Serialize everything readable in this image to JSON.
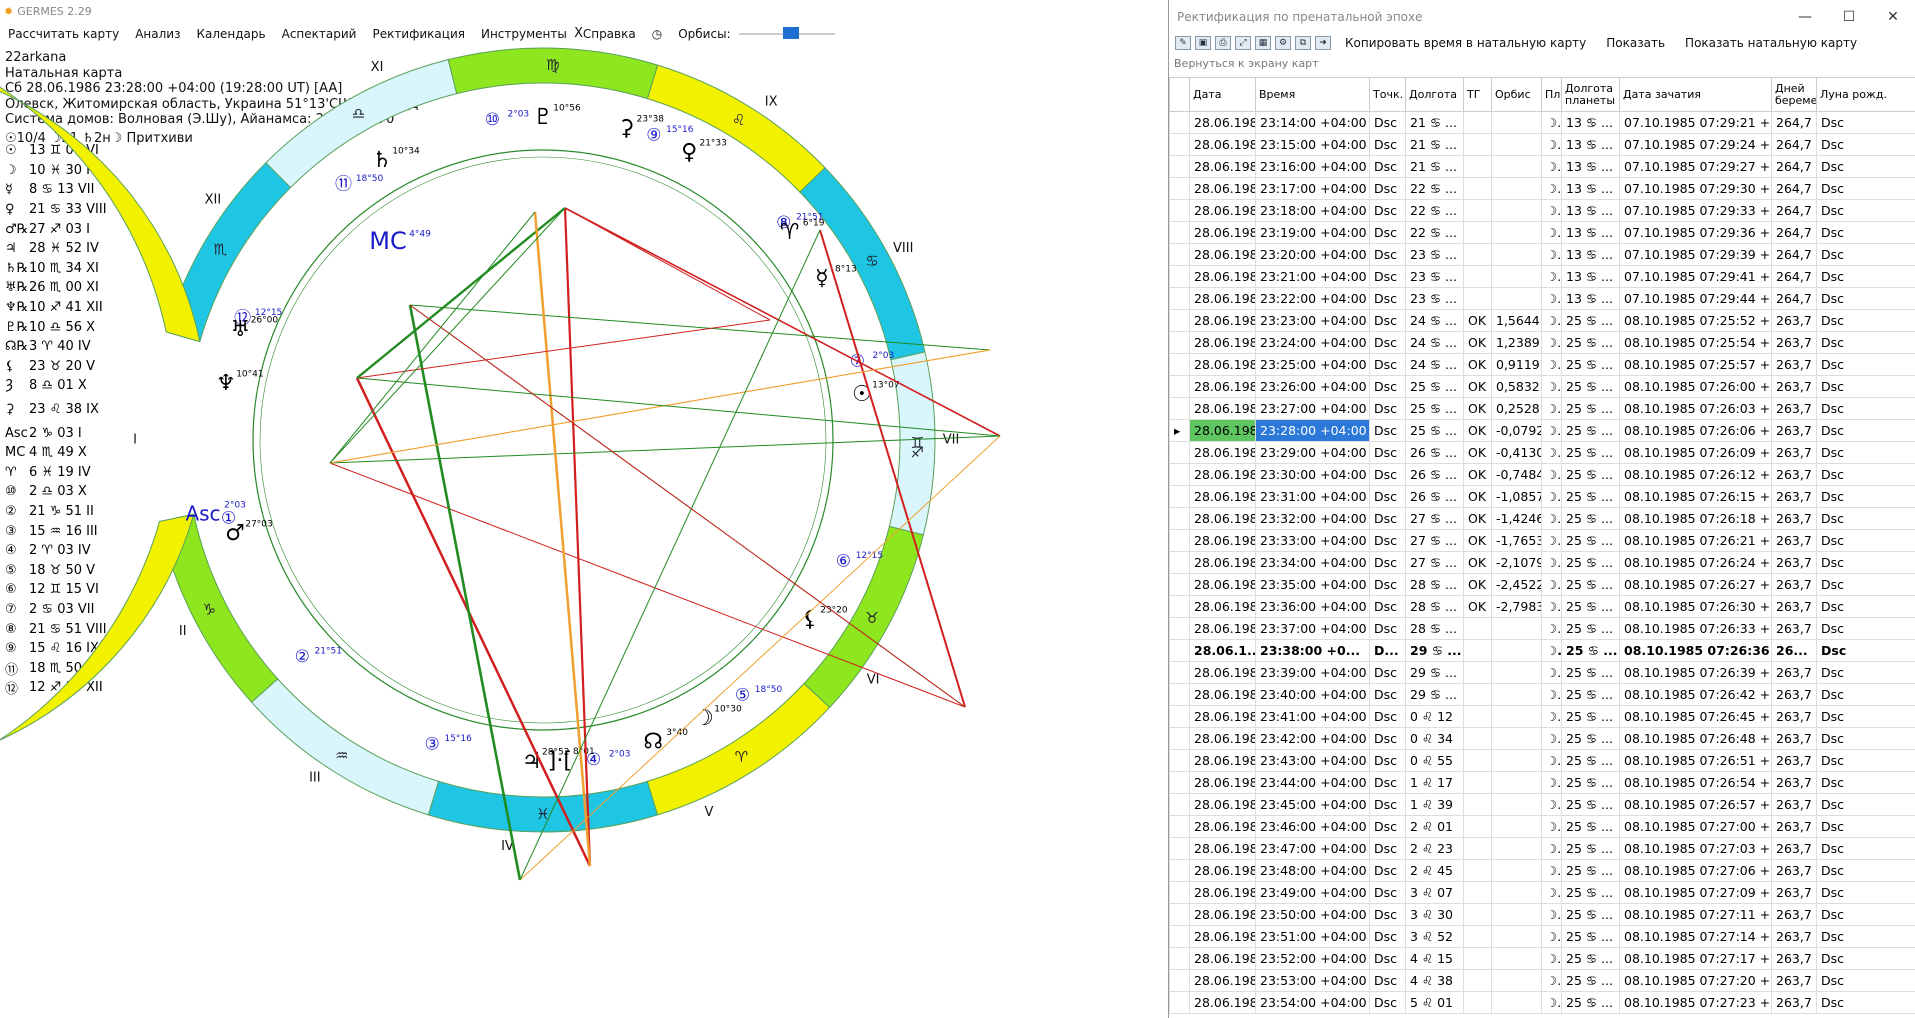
{
  "app": {
    "title": "GERMES 2.29",
    "menu": [
      "Рассчитать карту",
      "Анализ",
      "Календарь",
      "Аспектарий",
      "Ректификация",
      "Инструменты",
      "Справка"
    ],
    "clock_icon": "clock-icon",
    "orbis_label": "Орбисы:"
  },
  "chart_info": {
    "lines": [
      "22arkana",
      "Натальная карта",
      "Сб 28.06.1986 23:28:00 +04:00 (19:28:00 UT) [AA]",
      "Олевск, Житомирская область, Украина 51°13'СШ 27°39'ВД",
      "Система домов: Волновая (Э.Шу), Айанамса: 23,6683370"
    ],
    "lunar_line": "☉10/4 ☽21 ♄2н☽ Притхиви"
  },
  "planets": [
    {
      "g": "☉",
      "t": "13 ♊ 07 VI"
    },
    {
      "g": "☽",
      "t": "10 ♓ 30 IV"
    },
    {
      "g": "☿",
      "t": "8 ♋ 13 VII"
    },
    {
      "g": "♀",
      "t": "21 ♋ 33 VIII"
    },
    {
      "g": "♂℞",
      "t": "27 ♐ 03 I"
    },
    {
      "g": "♃",
      "t": "28 ♓ 52 IV"
    },
    {
      "g": "♄℞",
      "t": "10 ♏ 34 XI"
    },
    {
      "g": "♅℞",
      "t": "26 ♏ 00 XI"
    },
    {
      "g": "♆℞",
      "t": "10 ♐ 41 XII"
    },
    {
      "g": "♇℞",
      "t": "10 ♎ 56 X"
    },
    {
      "g": "☊℞",
      "t": "3 ♈ 40 IV"
    },
    {
      "g": "⚸",
      "t": "23 ♉ 20 V"
    },
    {
      "g": "Ȝ",
      "t": "8 ♎ 01 X"
    },
    {
      "g": "⚳",
      "t": "23 ♌ 38 IX"
    },
    {
      "g": "Asc",
      "t": "2 ♑ 03 I"
    },
    {
      "g": "MC",
      "t": "4 ♏ 49 X"
    },
    {
      "g": "♈",
      "t": "6 ♓ 19 IV"
    },
    {
      "g": "⑩",
      "t": "2 ♎ 03 X"
    },
    {
      "g": "②",
      "t": "21 ♑ 51 II"
    },
    {
      "g": "③",
      "t": "15 ♒ 16 III"
    },
    {
      "g": "④",
      "t": "2 ♈ 03 IV"
    },
    {
      "g": "⑤",
      "t": "18 ♉ 50 V"
    },
    {
      "g": "⑥",
      "t": "12 ♊ 15 VI"
    },
    {
      "g": "⑦",
      "t": "2 ♋ 03 VII"
    },
    {
      "g": "⑧",
      "t": "21 ♋ 51 VIII"
    },
    {
      "g": "⑨",
      "t": "15 ♌ 16 IX"
    },
    {
      "g": "⑪",
      "t": "18 ♏ 50 XI"
    },
    {
      "g": "⑫",
      "t": "12 ♐ 15 XII"
    }
  ],
  "signs": [
    "♑",
    "♒",
    "♓",
    "♈",
    "♉",
    "♊",
    "♋",
    "♌",
    "♍",
    "♎",
    "♏",
    "♐"
  ],
  "house_numerals": [
    "I",
    "II",
    "III",
    "IV",
    "V",
    "VI",
    "VII",
    "VIII",
    "IX",
    "X",
    "XI",
    "XII"
  ],
  "house_circles": [
    "①",
    "②",
    "③",
    "④",
    "⑤",
    "⑥",
    "⑦",
    "⑧",
    "⑨",
    "⑩",
    "⑪",
    "⑫"
  ],
  "house_degrees": [
    "",
    "21°51",
    "15°16",
    "2°03",
    "18°50",
    "12°15",
    "2°03",
    "21°51",
    "15°16",
    "2°03",
    "18°50",
    "12°15"
  ],
  "axis_labels": {
    "asc": "Asc",
    "asc_deg": "2°03",
    "mc": "MC",
    "mc_deg": "4°49"
  },
  "chart_planets": [
    {
      "g": "☉",
      "d": "13°07"
    },
    {
      "g": "☽",
      "d": "10°30"
    },
    {
      "g": "☿",
      "d": "8°13"
    },
    {
      "g": "♀",
      "d": "21°33"
    },
    {
      "g": "♂",
      "d": "27°03"
    },
    {
      "g": "♃",
      "d": "28°52"
    },
    {
      "g": "♄",
      "d": "10°34"
    },
    {
      "g": "♅",
      "d": "26°00"
    },
    {
      "g": "♆",
      "d": "10°41"
    },
    {
      "g": "♇",
      "d": "10°56"
    },
    {
      "g": "☊",
      "d": "3°40"
    },
    {
      "g": "⚸",
      "d": "23°20"
    },
    {
      "g": "⚳",
      "d": "23°38"
    },
    {
      "g": "♈",
      "d": "6°19"
    },
    {
      "g": "]·[",
      "d": "8°01"
    }
  ],
  "colors": {
    "fire": "#f2f200",
    "earth": "#8ee61e",
    "air": "#d8f6fb",
    "water": "#1ec6e4",
    "ring": "#2a8a2a",
    "aspect_red": "#d21e1e",
    "aspect_green": "#228b22",
    "aspect_orange": "#f0a030",
    "planet_glyph": "#000000",
    "house_number": "#1a1ac8",
    "sel_green": "#5ec560",
    "sel_blue": "#2b78d8"
  },
  "rect": {
    "title": "Ректификация по пренатальной эпохе",
    "window_buttons": [
      "—",
      "☐",
      "✕"
    ],
    "toolbar": [
      "Копировать время в натальную карту",
      "Показать",
      "Показать натальную карту"
    ],
    "back": "Вернуться к экрану карт",
    "columns": [
      "Дата",
      "Время",
      "Точк.",
      "Долгота",
      "ТГ",
      "Орбис",
      "Пл",
      "Долгота планеты",
      "Дата зачатия",
      "Дней беремен.",
      "Луна рожд."
    ],
    "rows": [
      [
        "28.06.1986",
        "23:14:00 +04:00",
        "Dsc",
        "21 ♋ ...",
        "",
        "",
        "☽.",
        "13 ♋ ...",
        "07.10.1985 07:29:21 +04:00",
        "264,7",
        "Dsc"
      ],
      [
        "28.06.1986",
        "23:15:00 +04:00",
        "Dsc",
        "21 ♋ ...",
        "",
        "",
        "☽.",
        "13 ♋ ...",
        "07.10.1985 07:29:24 +04:00",
        "264,7",
        "Dsc"
      ],
      [
        "28.06.1986",
        "23:16:00 +04:00",
        "Dsc",
        "21 ♋ ...",
        "",
        "",
        "☽.",
        "13 ♋ ...",
        "07.10.1985 07:29:27 +04:00",
        "264,7",
        "Dsc"
      ],
      [
        "28.06.1986",
        "23:17:00 +04:00",
        "Dsc",
        "22 ♋ ...",
        "",
        "",
        "☽.",
        "13 ♋ ...",
        "07.10.1985 07:29:30 +04:00",
        "264,7",
        "Dsc"
      ],
      [
        "28.06.1986",
        "23:18:00 +04:00",
        "Dsc",
        "22 ♋ ...",
        "",
        "",
        "☽.",
        "13 ♋ ...",
        "07.10.1985 07:29:33 +04:00",
        "264,7",
        "Dsc"
      ],
      [
        "28.06.1986",
        "23:19:00 +04:00",
        "Dsc",
        "22 ♋ ...",
        "",
        "",
        "☽.",
        "13 ♋ ...",
        "07.10.1985 07:29:36 +04:00",
        "264,7",
        "Dsc"
      ],
      [
        "28.06.1986",
        "23:20:00 +04:00",
        "Dsc",
        "23 ♋ ...",
        "",
        "",
        "☽.",
        "13 ♋ ...",
        "07.10.1985 07:29:39 +04:00",
        "264,7",
        "Dsc"
      ],
      [
        "28.06.1986",
        "23:21:00 +04:00",
        "Dsc",
        "23 ♋ ...",
        "",
        "",
        "☽.",
        "13 ♋ ...",
        "07.10.1985 07:29:41 +04:00",
        "264,7",
        "Dsc"
      ],
      [
        "28.06.1986",
        "23:22:00 +04:00",
        "Dsc",
        "23 ♋ ...",
        "",
        "",
        "☽.",
        "13 ♋ ...",
        "07.10.1985 07:29:44 +04:00",
        "264,7",
        "Dsc"
      ],
      [
        "28.06.1986",
        "23:23:00 +04:00",
        "Dsc",
        "24 ♋ ...",
        "OK",
        "1,5644",
        "☽.",
        "25 ♋ ...",
        "08.10.1985 07:25:52 +04:00",
        "263,7",
        "Dsc"
      ],
      [
        "28.06.1986",
        "23:24:00 +04:00",
        "Dsc",
        "24 ♋ ...",
        "OK",
        "1,2389",
        "☽.",
        "25 ♋ ...",
        "08.10.1985 07:25:54 +04:00",
        "263,7",
        "Dsc"
      ],
      [
        "28.06.1986",
        "23:25:00 +04:00",
        "Dsc",
        "24 ♋ ...",
        "OK",
        "0,9119",
        "☽.",
        "25 ♋ ...",
        "08.10.1985 07:25:57 +04:00",
        "263,7",
        "Dsc"
      ],
      [
        "28.06.1986",
        "23:26:00 +04:00",
        "Dsc",
        "25 ♋ ...",
        "OK",
        "0,5832",
        "☽.",
        "25 ♋ ...",
        "08.10.1985 07:26:00 +04:00",
        "263,7",
        "Dsc"
      ],
      [
        "28.06.1986",
        "23:27:00 +04:00",
        "Dsc",
        "25 ♋ ...",
        "OK",
        "0,2528",
        "☽.",
        "25 ♋ ...",
        "08.10.1985 07:26:03 +04:00",
        "263,7",
        "Dsc"
      ],
      [
        "28.06.1986",
        "23:28:00 +04:00",
        "Dsc",
        "25 ♋ ...",
        "OK",
        "-0,0792",
        "☽.",
        "25 ♋ ...",
        "08.10.1985 07:26:06 +04:00",
        "263,7",
        "Dsc"
      ],
      [
        "28.06.1986",
        "23:29:00 +04:00",
        "Dsc",
        "26 ♋ ...",
        "OK",
        "-0,4130",
        "☽.",
        "25 ♋ ...",
        "08.10.1985 07:26:09 +04:00",
        "263,7",
        "Dsc"
      ],
      [
        "28.06.1986",
        "23:30:00 +04:00",
        "Dsc",
        "26 ♋ ...",
        "OK",
        "-0,7484",
        "☽.",
        "25 ♋ ...",
        "08.10.1985 07:26:12 +04:00",
        "263,7",
        "Dsc"
      ],
      [
        "28.06.1986",
        "23:31:00 +04:00",
        "Dsc",
        "26 ♋ ...",
        "OK",
        "-1,0857",
        "☽.",
        "25 ♋ ...",
        "08.10.1985 07:26:15 +04:00",
        "263,7",
        "Dsc"
      ],
      [
        "28.06.1986",
        "23:32:00 +04:00",
        "Dsc",
        "27 ♋ ...",
        "OK",
        "-1,4246",
        "☽.",
        "25 ♋ ...",
        "08.10.1985 07:26:18 +04:00",
        "263,7",
        "Dsc"
      ],
      [
        "28.06.1986",
        "23:33:00 +04:00",
        "Dsc",
        "27 ♋ ...",
        "OK",
        "-1,7653",
        "☽.",
        "25 ♋ ...",
        "08.10.1985 07:26:21 +04:00",
        "263,7",
        "Dsc"
      ],
      [
        "28.06.1986",
        "23:34:00 +04:00",
        "Dsc",
        "27 ♋ ...",
        "OK",
        "-2,1079",
        "☽.",
        "25 ♋ ...",
        "08.10.1985 07:26:24 +04:00",
        "263,7",
        "Dsc"
      ],
      [
        "28.06.1986",
        "23:35:00 +04:00",
        "Dsc",
        "28 ♋ ...",
        "OK",
        "-2,4522",
        "☽.",
        "25 ♋ ...",
        "08.10.1985 07:26:27 +04:00",
        "263,7",
        "Dsc"
      ],
      [
        "28.06.1986",
        "23:36:00 +04:00",
        "Dsc",
        "28 ♋ ...",
        "OK",
        "-2,7983",
        "☽.",
        "25 ♋ ...",
        "08.10.1985 07:26:30 +04:00",
        "263,7",
        "Dsc"
      ],
      [
        "28.06.1986",
        "23:37:00 +04:00",
        "Dsc",
        "28 ♋ ...",
        "",
        "",
        "☽.",
        "25 ♋ ...",
        "08.10.1985 07:26:33 +04:00",
        "263,7",
        "Dsc"
      ],
      [
        "28.06.1...",
        "23:38:00 +0...",
        "D...",
        "29 ♋ ...",
        "",
        "",
        "☽.",
        "25 ♋ ...",
        "08.10.1985 07:26:36 +...",
        "26...",
        "Dsc"
      ],
      [
        "28.06.1986",
        "23:39:00 +04:00",
        "Dsc",
        "29 ♋ ...",
        "",
        "",
        "☽.",
        "25 ♋ ...",
        "08.10.1985 07:26:39 +04:00",
        "263,7",
        "Dsc"
      ],
      [
        "28.06.1986",
        "23:40:00 +04:00",
        "Dsc",
        "29 ♋ ...",
        "",
        "",
        "☽.",
        "25 ♋ ...",
        "08.10.1985 07:26:42 +04:00",
        "263,7",
        "Dsc"
      ],
      [
        "28.06.1986",
        "23:41:00 +04:00",
        "Dsc",
        "0 ♌ 12",
        "",
        "",
        "☽.",
        "25 ♋ ...",
        "08.10.1985 07:26:45 +04:00",
        "263,7",
        "Dsc"
      ],
      [
        "28.06.1986",
        "23:42:00 +04:00",
        "Dsc",
        "0 ♌ 34",
        "",
        "",
        "☽.",
        "25 ♋ ...",
        "08.10.1985 07:26:48 +04:00",
        "263,7",
        "Dsc"
      ],
      [
        "28.06.1986",
        "23:43:00 +04:00",
        "Dsc",
        "0 ♌ 55",
        "",
        "",
        "☽.",
        "25 ♋ ...",
        "08.10.1985 07:26:51 +04:00",
        "263,7",
        "Dsc"
      ],
      [
        "28.06.1986",
        "23:44:00 +04:00",
        "Dsc",
        "1 ♌ 17",
        "",
        "",
        "☽.",
        "25 ♋ ...",
        "08.10.1985 07:26:54 +04:00",
        "263,7",
        "Dsc"
      ],
      [
        "28.06.1986",
        "23:45:00 +04:00",
        "Dsc",
        "1 ♌ 39",
        "",
        "",
        "☽.",
        "25 ♋ ...",
        "08.10.1985 07:26:57 +04:00",
        "263,7",
        "Dsc"
      ],
      [
        "28.06.1986",
        "23:46:00 +04:00",
        "Dsc",
        "2 ♌ 01",
        "",
        "",
        "☽.",
        "25 ♋ ...",
        "08.10.1985 07:27:00 +04:00",
        "263,7",
        "Dsc"
      ],
      [
        "28.06.1986",
        "23:47:00 +04:00",
        "Dsc",
        "2 ♌ 23",
        "",
        "",
        "☽.",
        "25 ♋ ...",
        "08.10.1985 07:27:03 +04:00",
        "263,7",
        "Dsc"
      ],
      [
        "28.06.1986",
        "23:48:00 +04:00",
        "Dsc",
        "2 ♌ 45",
        "",
        "",
        "☽.",
        "25 ♋ ...",
        "08.10.1985 07:27:06 +04:00",
        "263,7",
        "Dsc"
      ],
      [
        "28.06.1986",
        "23:49:00 +04:00",
        "Dsc",
        "3 ♌ 07",
        "",
        "",
        "☽.",
        "25 ♋ ...",
        "08.10.1985 07:27:09 +04:00",
        "263,7",
        "Dsc"
      ],
      [
        "28.06.1986",
        "23:50:00 +04:00",
        "Dsc",
        "3 ♌ 30",
        "",
        "",
        "☽.",
        "25 ♋ ...",
        "08.10.1985 07:27:11 +04:00",
        "263,7",
        "Dsc"
      ],
      [
        "28.06.1986",
        "23:51:00 +04:00",
        "Dsc",
        "3 ♌ 52",
        "",
        "",
        "☽.",
        "25 ♋ ...",
        "08.10.1985 07:27:14 +04:00",
        "263,7",
        "Dsc"
      ],
      [
        "28.06.1986",
        "23:52:00 +04:00",
        "Dsc",
        "4 ♌ 15",
        "",
        "",
        "☽.",
        "25 ♋ ...",
        "08.10.1985 07:27:17 +04:00",
        "263,7",
        "Dsc"
      ],
      [
        "28.06.1986",
        "23:53:00 +04:00",
        "Dsc",
        "4 ♌ 38",
        "",
        "",
        "☽.",
        "25 ♋ ...",
        "08.10.1985 07:27:20 +04:00",
        "263,7",
        "Dsc"
      ],
      [
        "28.06.1986",
        "23:54:00 +04:00",
        "Dsc",
        "5 ♌ 01",
        "",
        "",
        "☽.",
        "25 ♋ ...",
        "08.10.1985 07:27:23 +04:00",
        "263,7",
        "Dsc"
      ]
    ],
    "selected_row": 14,
    "bold_row": 24
  }
}
